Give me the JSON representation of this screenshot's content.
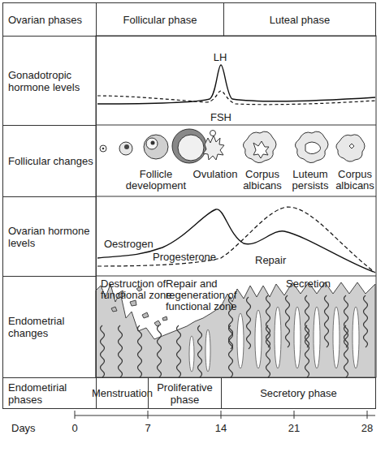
{
  "diagram": {
    "nodes": [
      {
        "text": [
          "Ovarian phases"
        ]
      },
      {
        "text": [
          "Follicular phase"
        ]
      },
      {
        "text": [
          "Luteal phase"
        ]
      },
      {
        "text": [
          "Gonadotropic hormone levels"
        ]
      },
      {
        "text": [
          "Follicular changes"
        ]
      },
      {
        "text": [
          "Ovarian hormone levels"
        ]
      },
      {
        "text": [
          "Endometrial changes"
        ]
      },
      {
        "text": [
          "Endometirial phases"
        ]
      },
      {
        "text": [
          "Menstruation"
        ]
      },
      {
        "text": [
          "Proliferative phase"
        ]
      },
      {
        "text": [
          "Secretory phase"
        ]
      }
    ],
    "labels": [
      "LH",
      "FSH",
      "Follicle development",
      "Ovulation",
      "Corpus albicans",
      "Luteum persists",
      "Corpus albicans",
      "Oestrogen",
      "Progesterone",
      "Repair",
      "Destruction of functional zone",
      "Repair and regeneration of functional zone",
      "Secretion",
      "Days",
      "0",
      "7",
      "14",
      "21",
      "28"
    ]
  }
}
